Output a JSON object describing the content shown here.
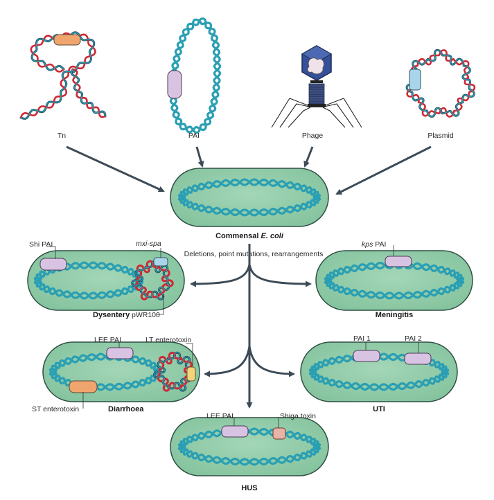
{
  "sources": {
    "tn": "Tn",
    "pai": "PAI",
    "phage": "Phage",
    "plasmid": "Plasmid"
  },
  "center": {
    "label_prefix": "Commensal ",
    "label_italic": "E. coli"
  },
  "process_label": "Deletions, point mutations, rearrangements",
  "outcomes": {
    "dysentery": {
      "title": "Dysentery",
      "shi_pai": "Shi PAI",
      "mxi_spa": "mxi-spa",
      "pwr100": "pWR100"
    },
    "meningitis": {
      "title": "Meningitis",
      "kps_italic": "kps",
      "kps_rest": " PAI"
    },
    "diarrhoea": {
      "title": "Diarrhoea",
      "lee_pai": "LEE PAI",
      "lt_enterotoxin": "LT enterotoxin",
      "st_enterotoxin": "ST enterotoxin"
    },
    "uti": {
      "title": "UTI",
      "pai1": "PAI 1",
      "pai2": "PAI 2"
    },
    "hus": {
      "title": "HUS",
      "lee_pai": "LEE PAI",
      "shiga_toxin": "Shiga toxin"
    }
  },
  "colors": {
    "cell_fill": "#8ccaa6",
    "cell_stroke": "#2f4f45",
    "dna_teal": "#2a9fb3",
    "dna_red": "#cc2a36",
    "dna_dark": "#244a5a",
    "arrow": "#3d4b57",
    "pai_lilac": "#d9c3e2",
    "tn_orange": "#f1a56e",
    "plasmid_blue": "#a9d5ea",
    "toxin_yellow": "#f3d47c",
    "shiga_pink": "#e9b3a7",
    "phage_blue": "#35509a"
  },
  "icons": [
    "transposon-icon",
    "pathogenicity-island-icon",
    "bacteriophage-icon",
    "plasmid-icon"
  ]
}
